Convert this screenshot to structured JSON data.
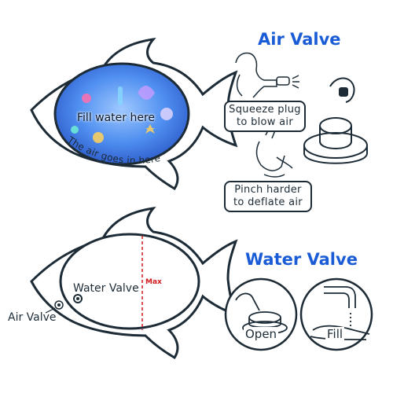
{
  "top_fish": {
    "fill_label": "Fill water here",
    "air_label": "The air goes in here"
  },
  "bottom_fish": {
    "water_valve_label": "Water Valve",
    "max_label": "Max",
    "air_valve_label": "Air Valve"
  },
  "air_valve": {
    "heading": "Air Valve",
    "step1": "Squeeze plug to blow air",
    "step1_line1": "Squeeze plug",
    "step1_line2": "to blow air",
    "step2_line1": "Pinch harder",
    "step2_line2": "to deflate air"
  },
  "water_valve": {
    "heading": "Water Valve",
    "open_label": "Open",
    "fill_label": "Fill"
  },
  "colors": {
    "heading_blue": "#1a5bd6",
    "outline": "#1c2b36",
    "max_red": "#d0191b"
  }
}
